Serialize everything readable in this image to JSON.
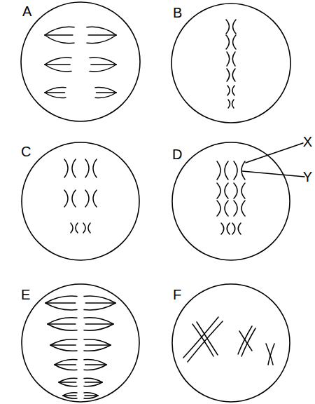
{
  "diagram": {
    "labels": [
      "A",
      "B",
      "C",
      "D",
      "E",
      "F",
      "X",
      "Y"
    ]
  }
}
